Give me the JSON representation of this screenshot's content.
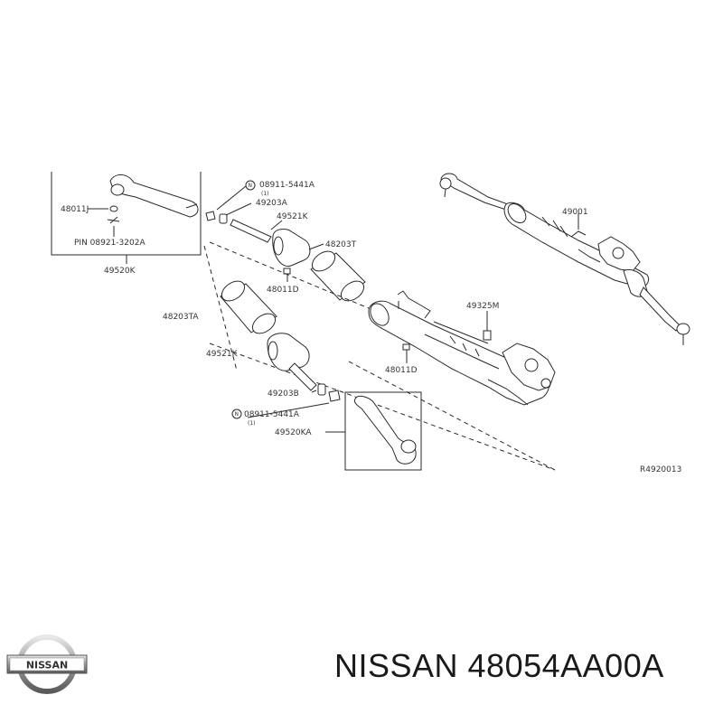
{
  "labels": {
    "l48011J": "48011J",
    "pin": "PIN 08921-3202A",
    "l49520K": "49520K",
    "n1_num": "N",
    "n1_part": "08911-5441A",
    "n1_qty": "(1)",
    "l49203A": "49203A",
    "l49521K_top": "49521K",
    "l48203T": "48203T",
    "l48011D_top": "48011D",
    "l48203TA": "48203TA",
    "l49521K_bot": "49521K",
    "l49203B": "49203B",
    "n2_num": "N",
    "n2_part": "08911-5441A",
    "n2_qty": "(1)",
    "l49520KA": "49520KA",
    "l49001": "49001",
    "l49325M": "49325M",
    "l48011D_bot": "48011D",
    "ref": "R4920013"
  },
  "brand": {
    "logo_text": "NISSAN",
    "part_number": "NISSAN 48054AA00A"
  }
}
